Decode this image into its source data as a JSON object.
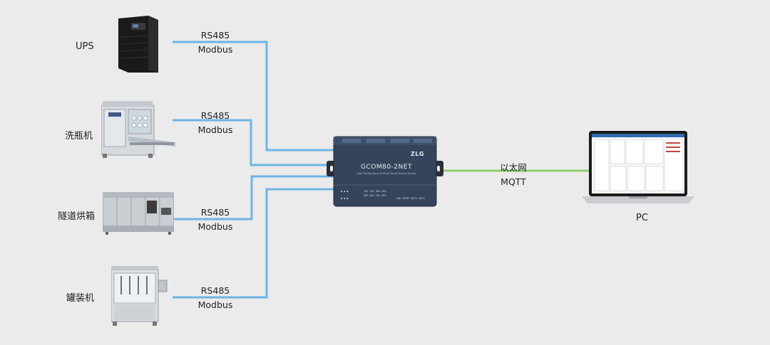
{
  "devices": [
    {
      "label": "UPS",
      "protocol_line1": "RS485",
      "protocol_line2": "Modbus"
    },
    {
      "label": "洗瓶机",
      "protocol_line1": "RS485",
      "protocol_line2": "Modbus"
    },
    {
      "label": "隧道烘箱",
      "protocol_line1": "RS485",
      "protocol_line2": "Modbus"
    },
    {
      "label": "罐装机",
      "protocol_line1": "RS485",
      "protocol_line2": "Modbus"
    }
  ],
  "gateway": {
    "brand": "ZLG",
    "model": "GCOM80-2NET",
    "subtitle": "High-Performance 8 Ports Serial Device Server"
  },
  "uplink": {
    "line1": "以太网",
    "line2": "MQTT"
  },
  "pc": {
    "label": "PC"
  },
  "colors": {
    "rs485_wire": "#6cb4e6",
    "ethernet_wire": "#8cd06a",
    "gateway_body": "#34445a"
  }
}
